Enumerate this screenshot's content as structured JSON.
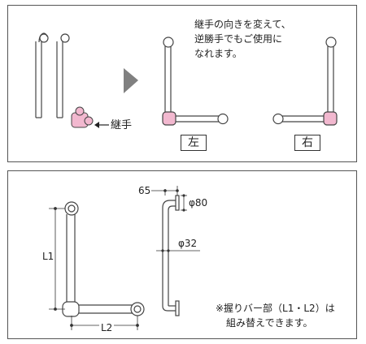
{
  "top_panel": {
    "note_lines": [
      "継手の向きを変えて、",
      "逆勝手でもご使用に",
      "なれます。"
    ],
    "joint_label": "継手",
    "left_label": "左",
    "right_label": "右"
  },
  "bottom_panel": {
    "l1_label": "L1",
    "l2_label": "L2",
    "dim_65": "65",
    "dim_80": "φ80",
    "dim_32": "φ32",
    "footnote_lines": [
      "※握りバー部（L1・L2）は",
      "組み替えできます。"
    ]
  },
  "colors": {
    "joint": "#f2b8cf",
    "line": "#444444"
  }
}
